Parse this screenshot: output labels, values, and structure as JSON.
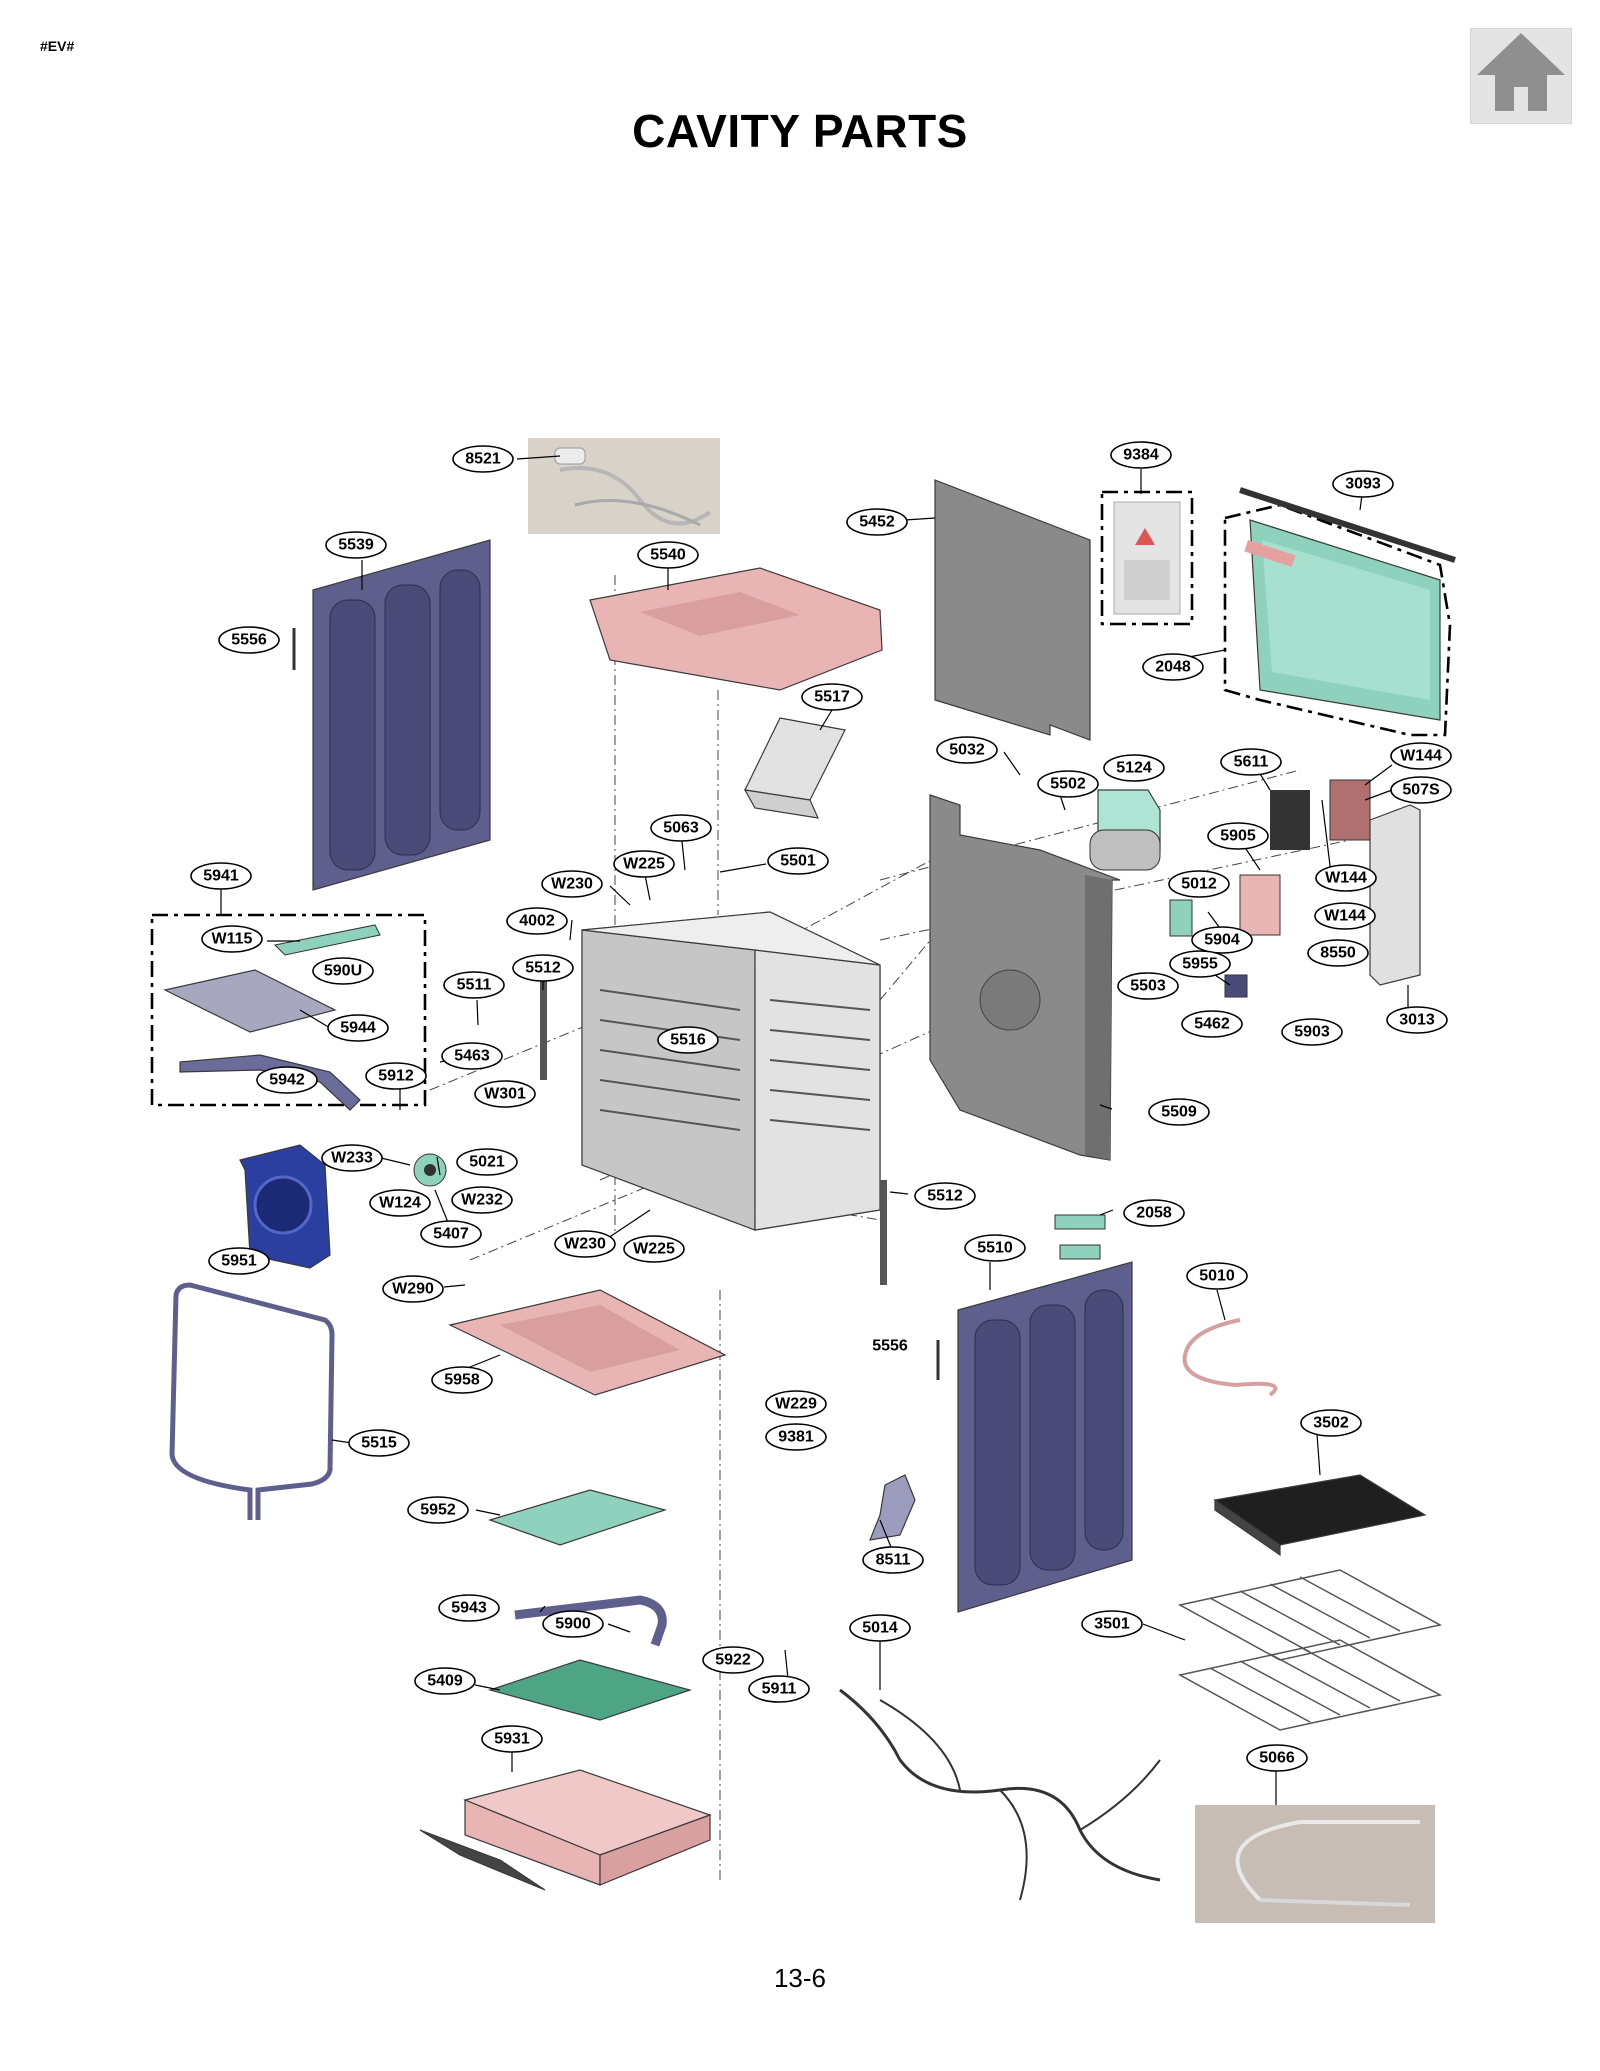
{
  "header": {
    "doc_code": "#EV#",
    "title": "CAVITY PARTS"
  },
  "nav": {
    "home_icon": "home-icon"
  },
  "footer": {
    "page_number": "13-6"
  },
  "colors": {
    "door_panel": "#5f5f8e",
    "pink_parts": "#e8b4b4",
    "green_parts": "#8ed2bd",
    "blue_cover": "#2b3fa0",
    "gray_panel": "#8a8a8a",
    "cavity": "#d8d8d8"
  },
  "callouts": [
    "8521",
    "9384",
    "3093",
    "5539",
    "5452",
    "5540",
    "5556",
    "2048",
    "5517",
    "5032",
    "5124",
    "5611",
    "W144",
    "507S",
    "5502",
    "5063",
    "5501",
    "5905",
    "W225",
    "5941",
    "W230",
    "5012",
    "W144",
    "4002",
    "W115",
    "W144",
    "590U",
    "5511",
    "5512",
    "5904",
    "8550",
    "5955",
    "5503",
    "5944",
    "5516",
    "5462",
    "5903",
    "3013",
    "5463",
    "5942",
    "5912",
    "W301",
    "5509",
    "W233",
    "5021",
    "W124",
    "W232",
    "5512",
    "2058",
    "5407",
    "W230",
    "W225",
    "5510",
    "5010",
    "5951",
    "W290",
    "5556",
    "5958",
    "W229",
    "9381",
    "3502",
    "5515",
    "5952",
    "8511",
    "5943",
    "5900",
    "5014",
    "3501",
    "5922",
    "5409",
    "5911",
    "5066",
    "5931"
  ]
}
